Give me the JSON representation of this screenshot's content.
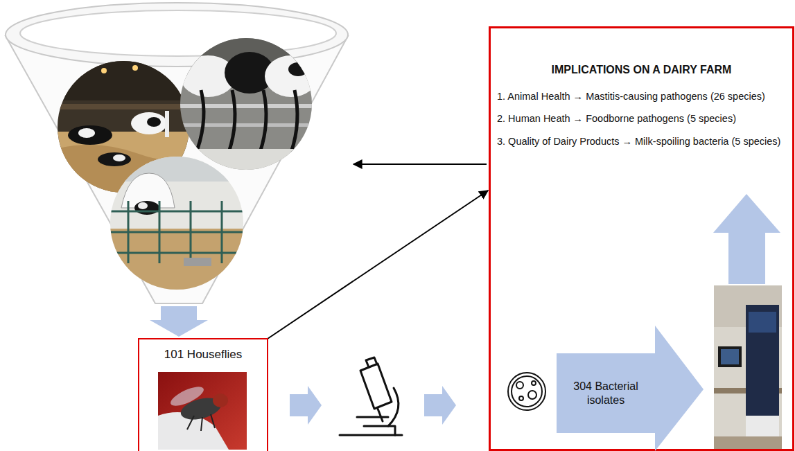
{
  "diagram": {
    "nodes": [
      {
        "text": [
          "IMPLICATIONS ON A DAIRY FARM",
          "1. Animal Health → Mastitis-causing pathogens (26 species)",
          "2. Human Heath → Foodborne pathogens (5 species)",
          "3. Quality of Dairy Products → Milk-spoiling bacteria (5 species)"
        ]
      },
      {
        "text": [
          "101 Houseflies"
        ]
      },
      {
        "text": [
          "304 Bacterial isolates"
        ],
        "in": 0
      }
    ],
    "edges": [
      {
        "from": 1,
        "to": 0,
        "arrow": "to"
      }
    ]
  }
}
